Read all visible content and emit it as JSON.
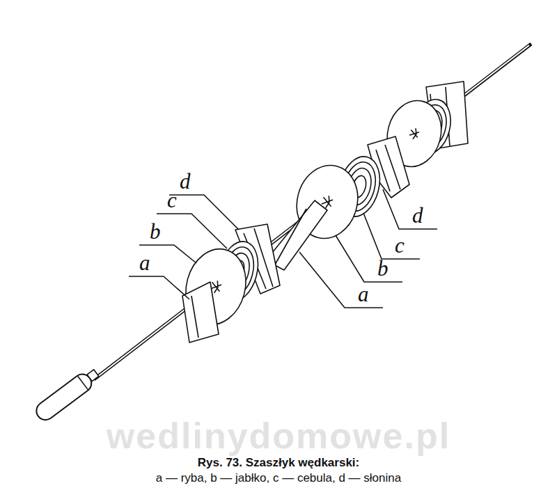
{
  "diagram": {
    "caption": "Rys. 73. Szaszłyk wędkarski:",
    "labels": [
      "d",
      "c",
      "b",
      "a",
      "a",
      "b",
      "c",
      "d",
      "a — ryba, b — jabłko, c — cebula, d — słonina",
      "wedlinydomowe.pl"
    ]
  }
}
